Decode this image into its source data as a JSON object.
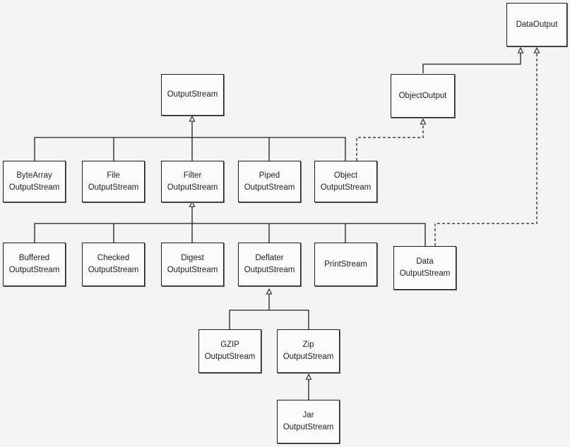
{
  "nodes": {
    "data_output": {
      "lines": [
        "DataOutput"
      ]
    },
    "object_output": {
      "lines": [
        "ObjectOutput"
      ]
    },
    "output_stream": {
      "lines": [
        "OutputStream"
      ]
    },
    "bytearray_os": {
      "lines": [
        "ByteArray",
        "OutputStream"
      ]
    },
    "file_os": {
      "lines": [
        "File",
        "OutputStream"
      ]
    },
    "filter_os": {
      "lines": [
        "Filter",
        "OutputStream"
      ]
    },
    "piped_os": {
      "lines": [
        "Piped",
        "OutputStream"
      ]
    },
    "object_os": {
      "lines": [
        "Object",
        "OutputStream"
      ]
    },
    "buffered_os": {
      "lines": [
        "Buffered",
        "OutputStream"
      ]
    },
    "checked_os": {
      "lines": [
        "Checked",
        "OutputStream"
      ]
    },
    "digest_os": {
      "lines": [
        "Digest",
        "OutputStream"
      ]
    },
    "deflater_os": {
      "lines": [
        "Deflater",
        "OutputStream"
      ]
    },
    "print_stream": {
      "lines": [
        "PrintStream"
      ]
    },
    "data_os": {
      "lines": [
        "Data",
        "OutputStream"
      ]
    },
    "gzip_os": {
      "lines": [
        "GZIP",
        "OutputStream"
      ]
    },
    "zip_os": {
      "lines": [
        "Zip",
        "OutputStream"
      ]
    },
    "jar_os": {
      "lines": [
        "Jar",
        "OutputStream"
      ]
    }
  },
  "colors": {
    "line": "#1c1c1c",
    "box_fill": "#fbfbfb",
    "background": "#f2f4f5"
  }
}
